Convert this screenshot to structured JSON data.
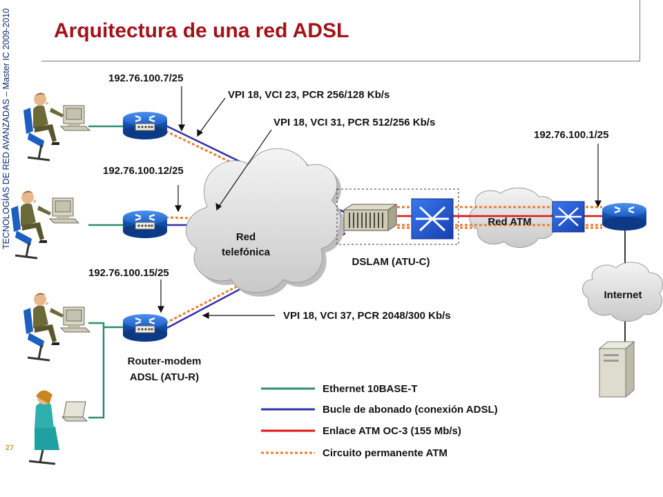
{
  "sidebar": {
    "course_text": "TECNOLOGÍAS DE RED AVANZADAS – Master  IC 2009-2010",
    "page_number": "27"
  },
  "title": "Arquitectura de una red ADSL",
  "labels": {
    "ip_router1": "192.76.100.7/25",
    "ip_router2": "192.76.100.12/25",
    "ip_router3": "192.76.100.15/25",
    "ip_router_right": "192.76.100.1/25",
    "vc1": "VPI 18, VCI 23, PCR 256/128 Kb/s",
    "vc2": "VPI 18, VCI 31, PCR 512/256 Kb/s",
    "vc3": "VPI 18, VCI 37, PCR 2048/300 Kb/s",
    "cloud_phone_line1": "Red",
    "cloud_phone_line2": "telefónica",
    "cloud_atm": "Red ATM",
    "cloud_internet": "Internet",
    "dslam": "DSLAM (ATU-C)",
    "router_modem_line1": "Router-modem",
    "router_modem_line2": "ADSL (ATU-R)"
  },
  "legend": [
    {
      "label": "Ethernet 10BASE-T",
      "color": "#2e8b6a",
      "style": "solid"
    },
    {
      "label": "Bucle de abonado (conexión ADSL)",
      "color": "#2d2fa8",
      "style": "solid"
    },
    {
      "label": "Enlace ATM OC-3 (155 Mb/s)",
      "color": "#e01010",
      "style": "solid"
    },
    {
      "label": "Circuito permanente ATM",
      "color": "#f07a28",
      "style": "dotted"
    }
  ],
  "colors": {
    "title": "#a3121a",
    "ethernet": "#2e8b6a",
    "adsl": "#2d2fa8",
    "oc3": "#e01010",
    "pvc": "#f07a28",
    "router": "#1a5fc4",
    "switch": "#1e4fd8"
  }
}
